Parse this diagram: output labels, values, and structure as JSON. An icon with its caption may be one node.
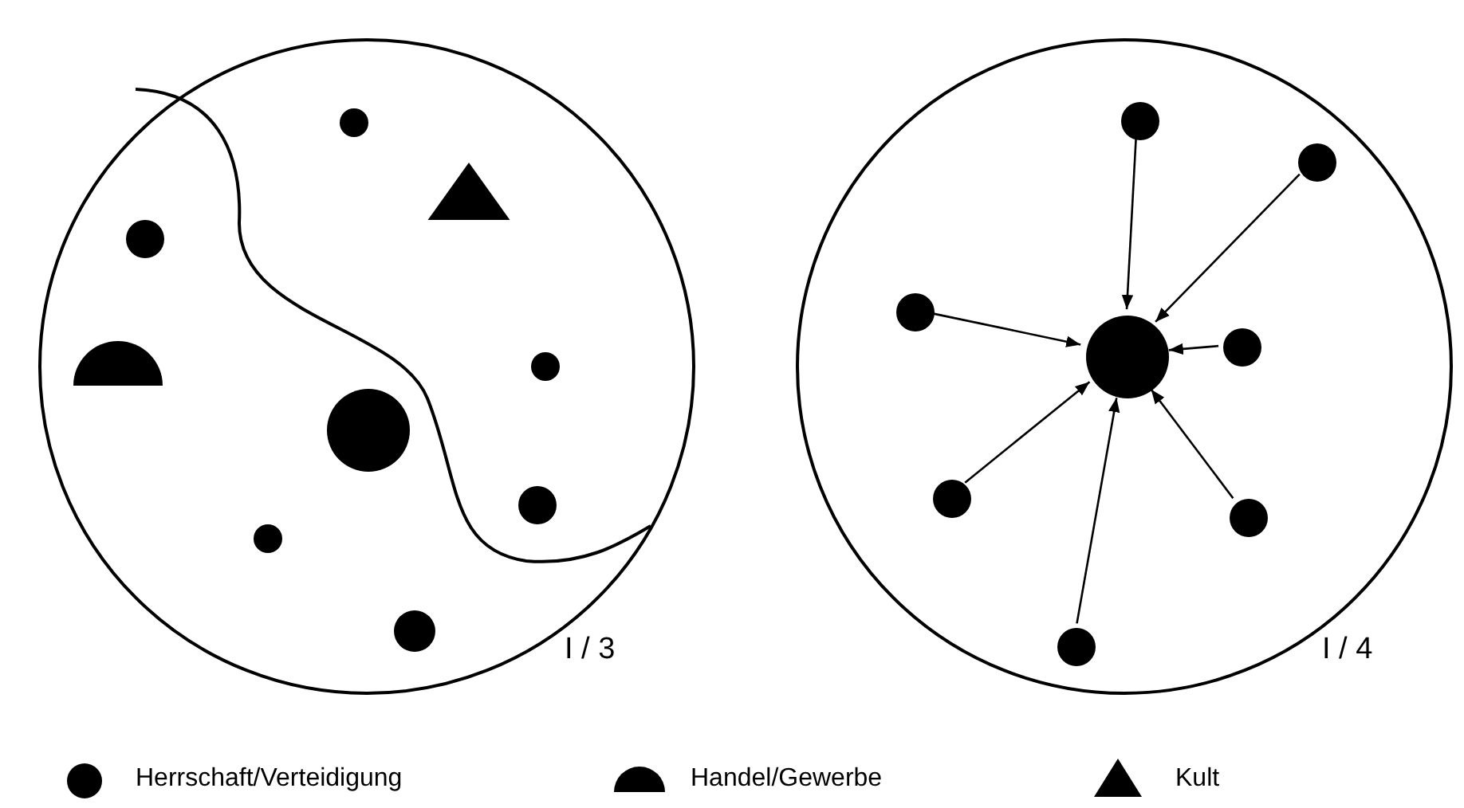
{
  "diagram": {
    "nodes": [
      {
        "text": [
          "I / 3"
        ]
      },
      {
        "text": [],
        "shape": "circle",
        "in": 0
      },
      {
        "text": [],
        "shape": "triangle",
        "in": 0
      },
      {
        "text": [],
        "shape": "circle",
        "in": 0
      },
      {
        "text": [],
        "shape": "half-circle",
        "in": 0
      },
      {
        "text": [],
        "shape": "circle",
        "in": 0
      },
      {
        "text": [],
        "shape": "circle",
        "in": 0
      },
      {
        "text": [],
        "shape": "circle",
        "in": 0
      },
      {
        "text": [],
        "shape": "circle",
        "in": 0
      },
      {
        "text": [],
        "shape": "circle",
        "in": 0
      },
      {
        "text": [
          "I / 4"
        ]
      },
      {
        "text": [],
        "shape": "circle",
        "in": 10
      },
      {
        "text": [],
        "shape": "circle",
        "in": 10
      },
      {
        "text": [],
        "shape": "circle",
        "in": 10
      },
      {
        "text": [],
        "shape": "circle",
        "in": 10
      },
      {
        "text": [],
        "shape": "circle",
        "in": 10
      },
      {
        "text": [],
        "shape": "circle",
        "in": 10
      },
      {
        "text": [],
        "shape": "circle",
        "in": 10
      },
      {
        "text": [],
        "shape": "circle",
        "in": 10
      }
    ],
    "edges": [
      {
        "from": 12,
        "to": 11,
        "arrow": "to"
      },
      {
        "from": 13,
        "to": 11,
        "arrow": "to"
      },
      {
        "from": 14,
        "to": 11,
        "arrow": "to"
      },
      {
        "from": 15,
        "to": 11,
        "arrow": "to"
      },
      {
        "from": 16,
        "to": 11,
        "arrow": "to"
      },
      {
        "from": 17,
        "to": 11,
        "arrow": "to"
      },
      {
        "from": 18,
        "to": 11,
        "arrow": "to"
      }
    ],
    "legend": [
      {
        "text": "Herrschaft/Verteidigung"
      },
      {
        "text": "Handel/Gewerbe"
      },
      {
        "text": "Kult"
      }
    ]
  }
}
